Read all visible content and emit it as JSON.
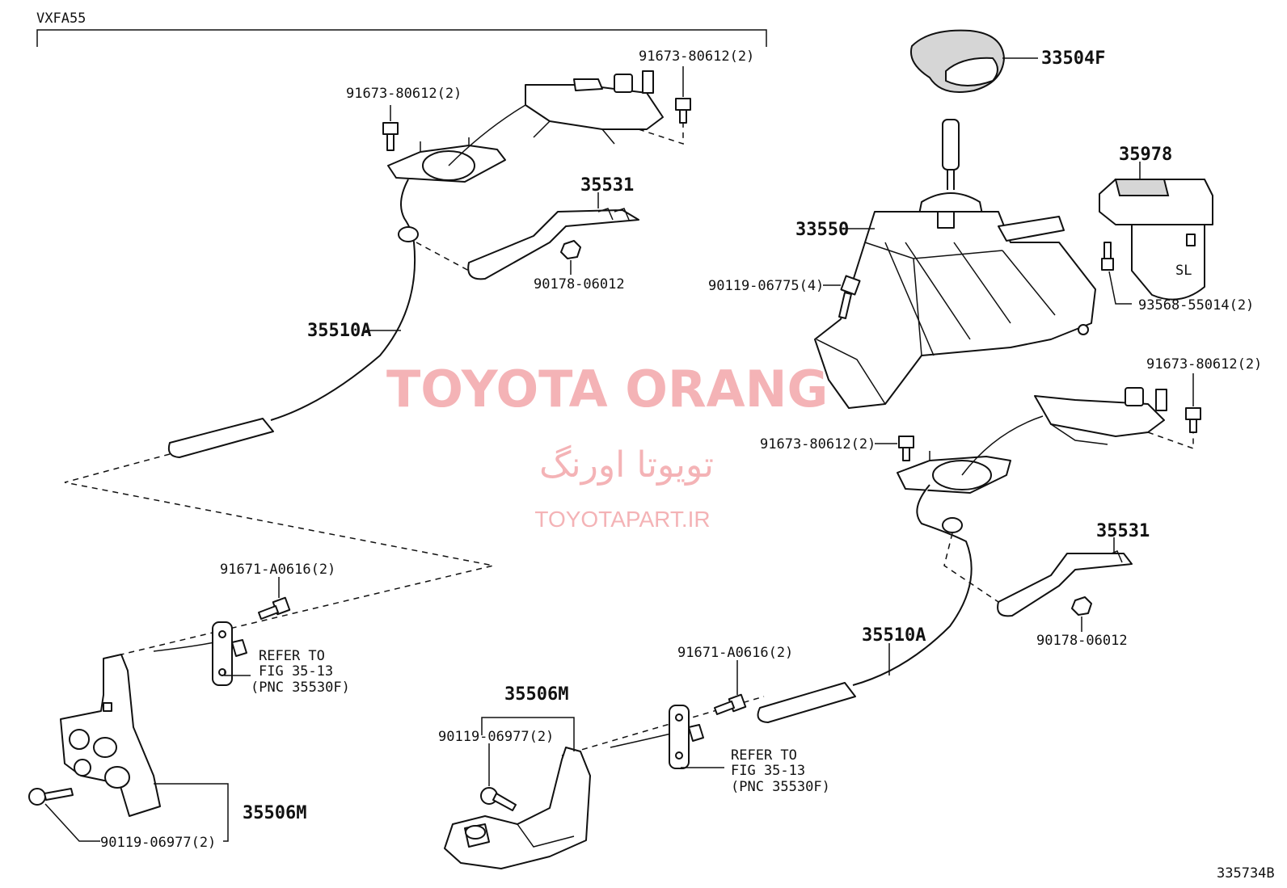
{
  "header": {
    "model": "VXFA55",
    "figure_id": "335734B"
  },
  "watermark": {
    "latin": "TOYOTA ORANG",
    "persian": "تویوتا اورنگ",
    "site": "TOYOTAPART.IR"
  },
  "labels": {
    "p33504F": "33504F",
    "p35978": "35978",
    "p33550": "33550",
    "p35531_top": "35531",
    "p35531_bottom": "35531",
    "p35510A_left": "35510A",
    "p35510A_right": "35510A",
    "p35506M_left": "35506M",
    "p35506M_bottom": "35506M",
    "bolt_91673_a": "91673-80612(2)",
    "bolt_91673_b": "91673-80612(2)",
    "bolt_91673_c": "91673-80612(2)",
    "bolt_91673_d": "91673-80612(2)",
    "nut_90178_top": "90178-06012",
    "nut_90178_bottom": "90178-06012",
    "bolt_90119_06775": "90119-06775(4)",
    "screw_93568": "93568-55014(2)",
    "bolt_91671_left": "91671-A0616(2)",
    "bolt_91671_right": "91671-A0616(2)",
    "bolt_90119_06977_left": "90119-06977(2)",
    "bolt_90119_06977_bottom": "90119-06977(2)",
    "refer_left": [
      "REFER TO",
      "FIG 35-13",
      "(PNC 35530F)"
    ],
    "refer_right": [
      "REFER TO",
      "FIG 35-13",
      "(PNC 35530F)"
    ]
  }
}
